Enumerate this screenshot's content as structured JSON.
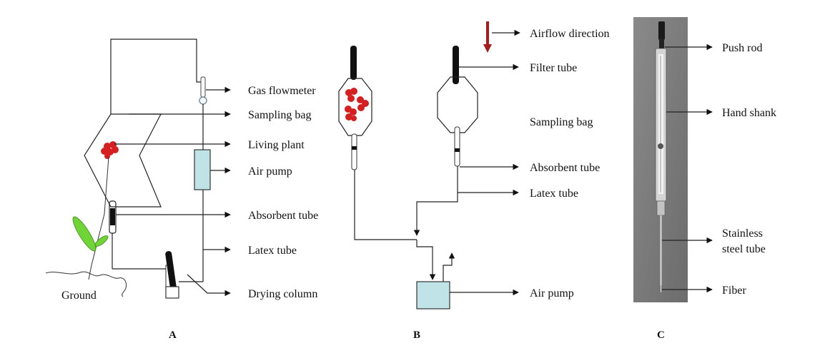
{
  "panel_a": {
    "label": "A",
    "labels": {
      "gas_flowmeter": "Gas flowmeter",
      "sampling_bag": "Sampling bag",
      "living_plant": "Living plant",
      "air_pump": "Air pump",
      "absorbent_tube": "Absorbent tube",
      "latex_tube": "Latex tube",
      "drying_column": "Drying column",
      "ground": "Ground"
    }
  },
  "panel_b": {
    "label": "B",
    "labels": {
      "airflow_direction": "Airflow direction",
      "filter_tube": "Filter tube",
      "sampling_bag": "Sampling bag",
      "absorbent_tube": "Absorbent tube",
      "latex_tube": "Latex tube",
      "air_pump": "Air pump"
    }
  },
  "panel_c": {
    "label": "C",
    "labels": {
      "push_rod": "Push rod",
      "hand_shank": "Hand shank",
      "stainless_line1": "Stainless",
      "stainless_line2": "steel tube",
      "fiber": "Fiber"
    }
  },
  "colors": {
    "pump_fill": "#bfe3e6",
    "plant_red": "#d42020",
    "leaf_green": "#6fd436",
    "arrow_red": "#a51c1c",
    "photo_bg": "#7a7a7a"
  }
}
